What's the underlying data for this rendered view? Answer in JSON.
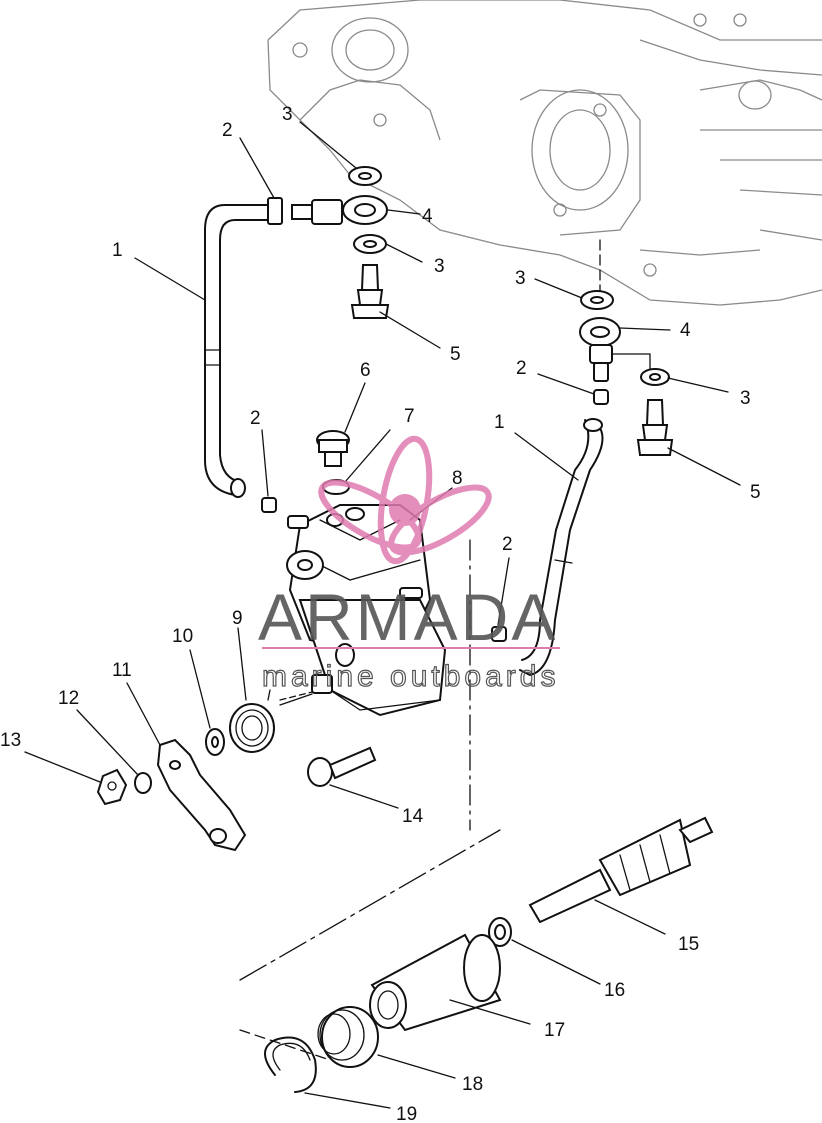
{
  "diagram": {
    "callouts": [
      {
        "id": "c1a",
        "label": "1"
      },
      {
        "id": "c2a",
        "label": "2"
      },
      {
        "id": "c3a",
        "label": "3"
      },
      {
        "id": "c4a",
        "label": "4"
      },
      {
        "id": "c3b",
        "label": "3"
      },
      {
        "id": "c5a",
        "label": "5"
      },
      {
        "id": "c3c",
        "label": "3"
      },
      {
        "id": "c4b",
        "label": "4"
      },
      {
        "id": "c2b",
        "label": "2"
      },
      {
        "id": "c3d",
        "label": "3"
      },
      {
        "id": "c5b",
        "label": "5"
      },
      {
        "id": "c6",
        "label": "6"
      },
      {
        "id": "c7",
        "label": "7"
      },
      {
        "id": "c2c",
        "label": "2"
      },
      {
        "id": "c8",
        "label": "8"
      },
      {
        "id": "c1b",
        "label": "1"
      },
      {
        "id": "c2d",
        "label": "2"
      },
      {
        "id": "c9",
        "label": "9"
      },
      {
        "id": "c10",
        "label": "10"
      },
      {
        "id": "c11",
        "label": "11"
      },
      {
        "id": "c12",
        "label": "12"
      },
      {
        "id": "c13",
        "label": "13"
      },
      {
        "id": "c14",
        "label": "14"
      },
      {
        "id": "c15",
        "label": "15"
      },
      {
        "id": "c16",
        "label": "16"
      },
      {
        "id": "c17",
        "label": "17"
      },
      {
        "id": "c18",
        "label": "18"
      },
      {
        "id": "c19",
        "label": "19"
      }
    ]
  },
  "watermark": {
    "brand": "ARMADA",
    "tagline": "marine outboards",
    "color": "#e07bb0"
  }
}
